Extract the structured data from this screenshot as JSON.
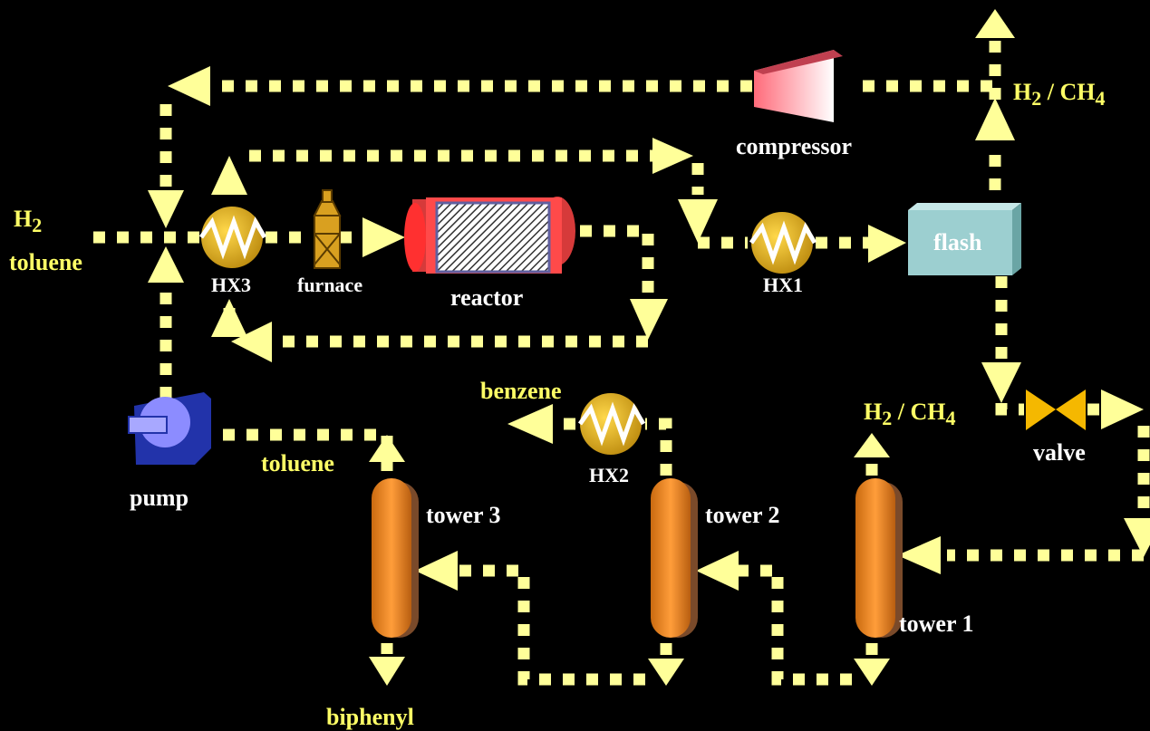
{
  "labels": {
    "h2_feed": "H",
    "h2_feed_sub": "2",
    "toluene_feed": "toluene",
    "hx3": "HX3",
    "furnace": "furnace",
    "reactor": "reactor",
    "hx1": "HX1",
    "flash": "flash",
    "compressor": "compressor",
    "h2ch4_top": {
      "a": "H",
      "sub1": "2",
      "b": " / CH",
      "sub2": "4"
    },
    "h2ch4_mid": {
      "a": "H",
      "sub1": "2",
      "b": " / CH",
      "sub2": "4"
    },
    "valve": "valve",
    "benzene": "benzene",
    "hx2": "HX2",
    "toluene_recycle": "toluene",
    "pump": "pump",
    "tower3": "tower 3",
    "tower2": "tower 2",
    "tower1": "tower 1",
    "biphenyl": "biphenyl"
  },
  "colors": {
    "stream": "#ffff99",
    "product_label": "#ffff66",
    "unit_label": "#ffffff",
    "heat_exchanger": "#d4a017",
    "tower": "#f0902a",
    "flash": "#9ccfd0",
    "pump": "#8888ff"
  }
}
